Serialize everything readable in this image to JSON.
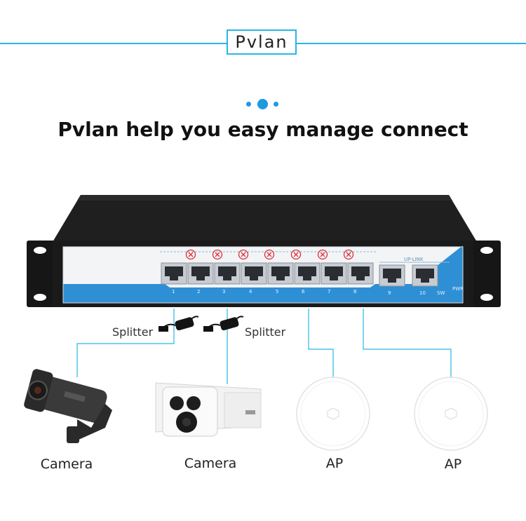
{
  "header": {
    "title": "Pvlan"
  },
  "headline": "Pvlan help you easy manage connect",
  "switch": {
    "group_label": "UP-LINK",
    "port_numbers": [
      "1",
      "2",
      "3",
      "4",
      "5",
      "6",
      "7",
      "8",
      "9",
      "10"
    ],
    "led_labels": [
      "PWR"
    ],
    "sw_label": "SW"
  },
  "splitters": [
    {
      "label": "Splitter"
    },
    {
      "label": "Splitter"
    }
  ],
  "devices": [
    {
      "label": "Camera",
      "kind": "bullet-camera-black"
    },
    {
      "label": "Camera",
      "kind": "bullet-camera-white"
    },
    {
      "label": "AP",
      "kind": "ceiling-access-point"
    },
    {
      "label": "AP",
      "kind": "ceiling-access-point"
    }
  ],
  "colors": {
    "accent": "#29b6e8",
    "isolation_mark": "#e0303a",
    "switch_body": "#1a1a1a"
  }
}
